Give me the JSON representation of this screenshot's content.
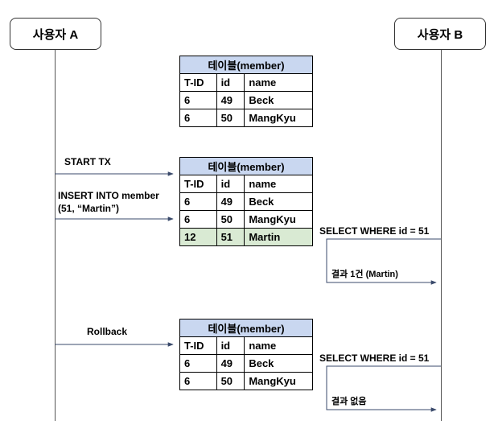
{
  "actors": {
    "a": "사용자 A",
    "b": "사용자 B"
  },
  "tables": [
    {
      "title": "테이블(member)",
      "headers": [
        "T-ID",
        "id",
        "name"
      ],
      "rows": [
        {
          "cells": [
            "6",
            "49",
            "Beck"
          ],
          "highlight": false
        },
        {
          "cells": [
            "6",
            "50",
            "MangKyu"
          ],
          "highlight": false
        }
      ]
    },
    {
      "title": "테이블(member)",
      "headers": [
        "T-ID",
        "id",
        "name"
      ],
      "rows": [
        {
          "cells": [
            "6",
            "49",
            "Beck"
          ],
          "highlight": false
        },
        {
          "cells": [
            "6",
            "50",
            "MangKyu"
          ],
          "highlight": false
        },
        {
          "cells": [
            "12",
            "51",
            "Martin"
          ],
          "highlight": true
        }
      ]
    },
    {
      "title": "테이블(member)",
      "headers": [
        "T-ID",
        "id",
        "name"
      ],
      "rows": [
        {
          "cells": [
            "6",
            "49",
            "Beck"
          ],
          "highlight": false
        },
        {
          "cells": [
            "6",
            "50",
            "MangKyu"
          ],
          "highlight": false
        }
      ]
    }
  ],
  "messages": {
    "start_tx": "START TX",
    "insert_line1": "INSERT INTO member",
    "insert_line2": "(51, “Martin”)",
    "rollback": "Rollback",
    "select1": "SELECT WHERE id = 51",
    "result1": "결과 1건 (Martin)",
    "select2": "SELECT WHERE id = 51",
    "result2": "결과 없음"
  }
}
